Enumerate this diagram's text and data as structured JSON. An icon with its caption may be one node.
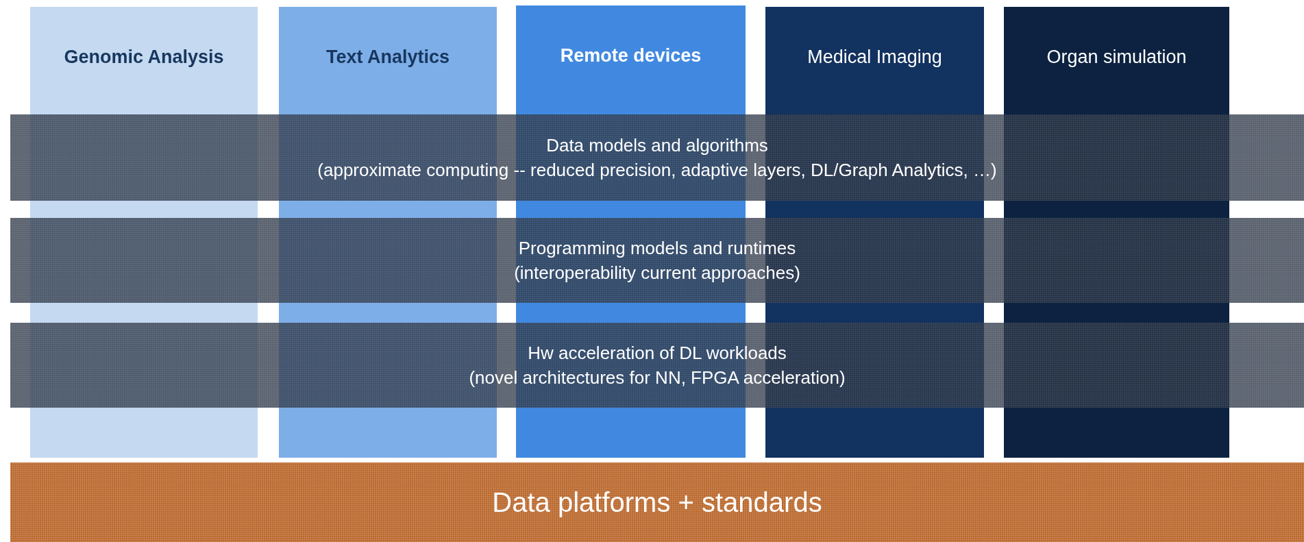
{
  "diagram": {
    "nodes": [
      {
        "text": [
          "Genomic Analysis"
        ]
      },
      {
        "text": [
          "Text Analytics"
        ]
      },
      {
        "text": [
          "Remote devices"
        ]
      },
      {
        "text": [
          "Medical Imaging"
        ]
      },
      {
        "text": [
          "Organ simulation"
        ]
      },
      {
        "text": [
          "Data models and algorithms",
          "(approximate computing -- reduced precision, adaptive layers, DL/Graph Analytics, …)"
        ]
      },
      {
        "text": [
          "Programming models and runtimes",
          "(interoperability current approaches)"
        ]
      },
      {
        "text": [
          "Hw acceleration of DL workloads",
          "(novel architectures for NN, FPGA acceleration)"
        ]
      },
      {
        "text": [
          "Data platforms + standards"
        ]
      }
    ]
  }
}
